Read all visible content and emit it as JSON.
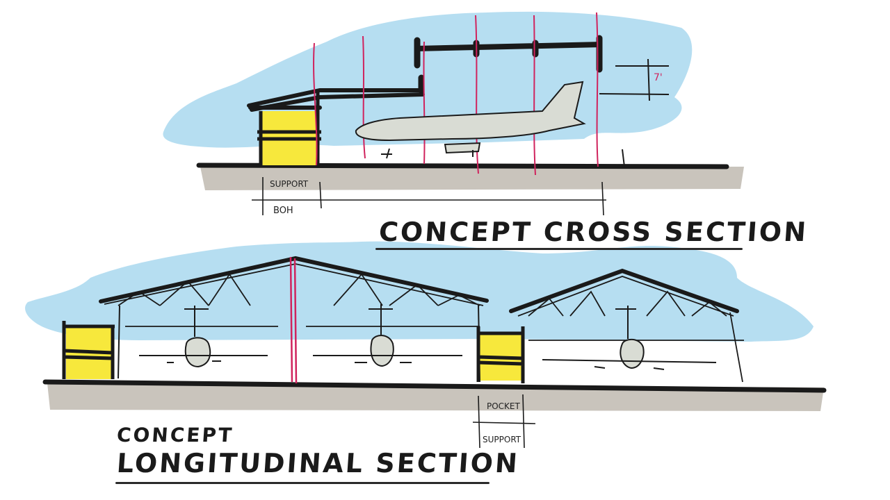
{
  "titles": {
    "cross_section": "CONCEPT CROSS SECTION",
    "longitudinal_line1": "CONCEPT",
    "longitudinal_line2": "LONGITUDINAL SECTION"
  },
  "labels": {
    "support_top": "SUPPORT",
    "boh": "BOH",
    "dimension": "7'",
    "pocket": "POCKET",
    "support_bottom": "SUPPORT"
  },
  "colors": {
    "sky": "#a9d8ef",
    "ground": "#c9c4bc",
    "support": "#f7e83c",
    "aircraft": "#d9dcd4",
    "column": "#d0235d",
    "ink": "#1a1a1a"
  }
}
